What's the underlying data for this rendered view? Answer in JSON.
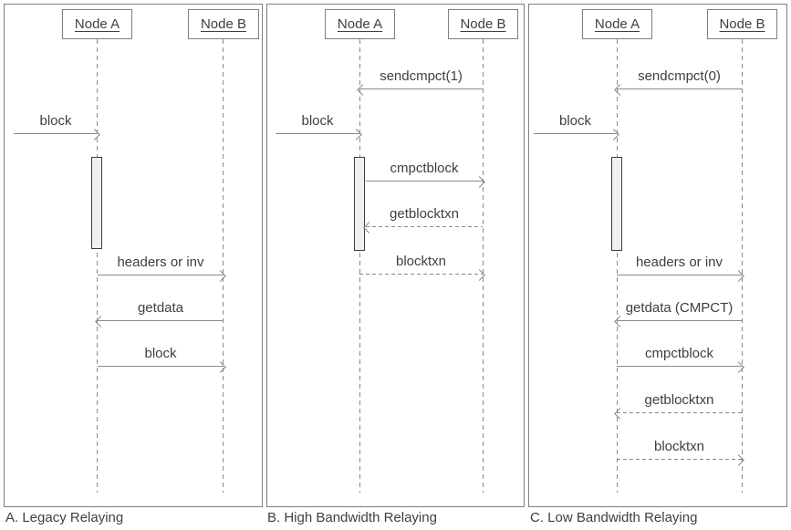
{
  "colors": {
    "line": "#8a8a8a",
    "panel_border": "#7f7f7f",
    "text": "#3f3f3f",
    "activation_fill": "#f0f0f0",
    "activation_border": "#3c3c3c",
    "background": "#ffffff"
  },
  "diagram_type": "uml-sequence",
  "panels": [
    {
      "caption": "A. Legacy Relaying",
      "actors": [
        "Node A",
        "Node B"
      ],
      "messages": [
        {
          "label": "block",
          "from": "external",
          "to": "Node A",
          "line": "solid"
        },
        {
          "label": "headers or inv",
          "from": "Node A",
          "to": "Node B",
          "line": "solid"
        },
        {
          "label": "getdata",
          "from": "Node B",
          "to": "Node A",
          "line": "solid"
        },
        {
          "label": "block",
          "from": "Node A",
          "to": "Node B",
          "line": "solid"
        }
      ]
    },
    {
      "caption": "B. High Bandwidth Relaying",
      "actors": [
        "Node A",
        "Node B"
      ],
      "messages": [
        {
          "label": "sendcmpct(1)",
          "from": "Node B",
          "to": "Node A",
          "line": "solid"
        },
        {
          "label": "block",
          "from": "external",
          "to": "Node A",
          "line": "solid"
        },
        {
          "label": "cmpctblock",
          "from": "Node A",
          "to": "Node B",
          "line": "solid"
        },
        {
          "label": "getblocktxn",
          "from": "Node B",
          "to": "Node A",
          "line": "dashed"
        },
        {
          "label": "blocktxn",
          "from": "Node A",
          "to": "Node B",
          "line": "dashed"
        }
      ]
    },
    {
      "caption": "C. Low Bandwidth Relaying",
      "actors": [
        "Node A",
        "Node B"
      ],
      "messages": [
        {
          "label": "sendcmpct(0)",
          "from": "Node B",
          "to": "Node A",
          "line": "solid"
        },
        {
          "label": "block",
          "from": "external",
          "to": "Node A",
          "line": "solid"
        },
        {
          "label": "headers or inv",
          "from": "Node A",
          "to": "Node B",
          "line": "solid"
        },
        {
          "label": "getdata (CMPCT)",
          "from": "Node B",
          "to": "Node A",
          "line": "solid"
        },
        {
          "label": "cmpctblock",
          "from": "Node A",
          "to": "Node B",
          "line": "solid"
        },
        {
          "label": "getblocktxn",
          "from": "Node B",
          "to": "Node A",
          "line": "dashed"
        },
        {
          "label": "blocktxn",
          "from": "Node A",
          "to": "Node B",
          "line": "dashed"
        }
      ]
    }
  ]
}
